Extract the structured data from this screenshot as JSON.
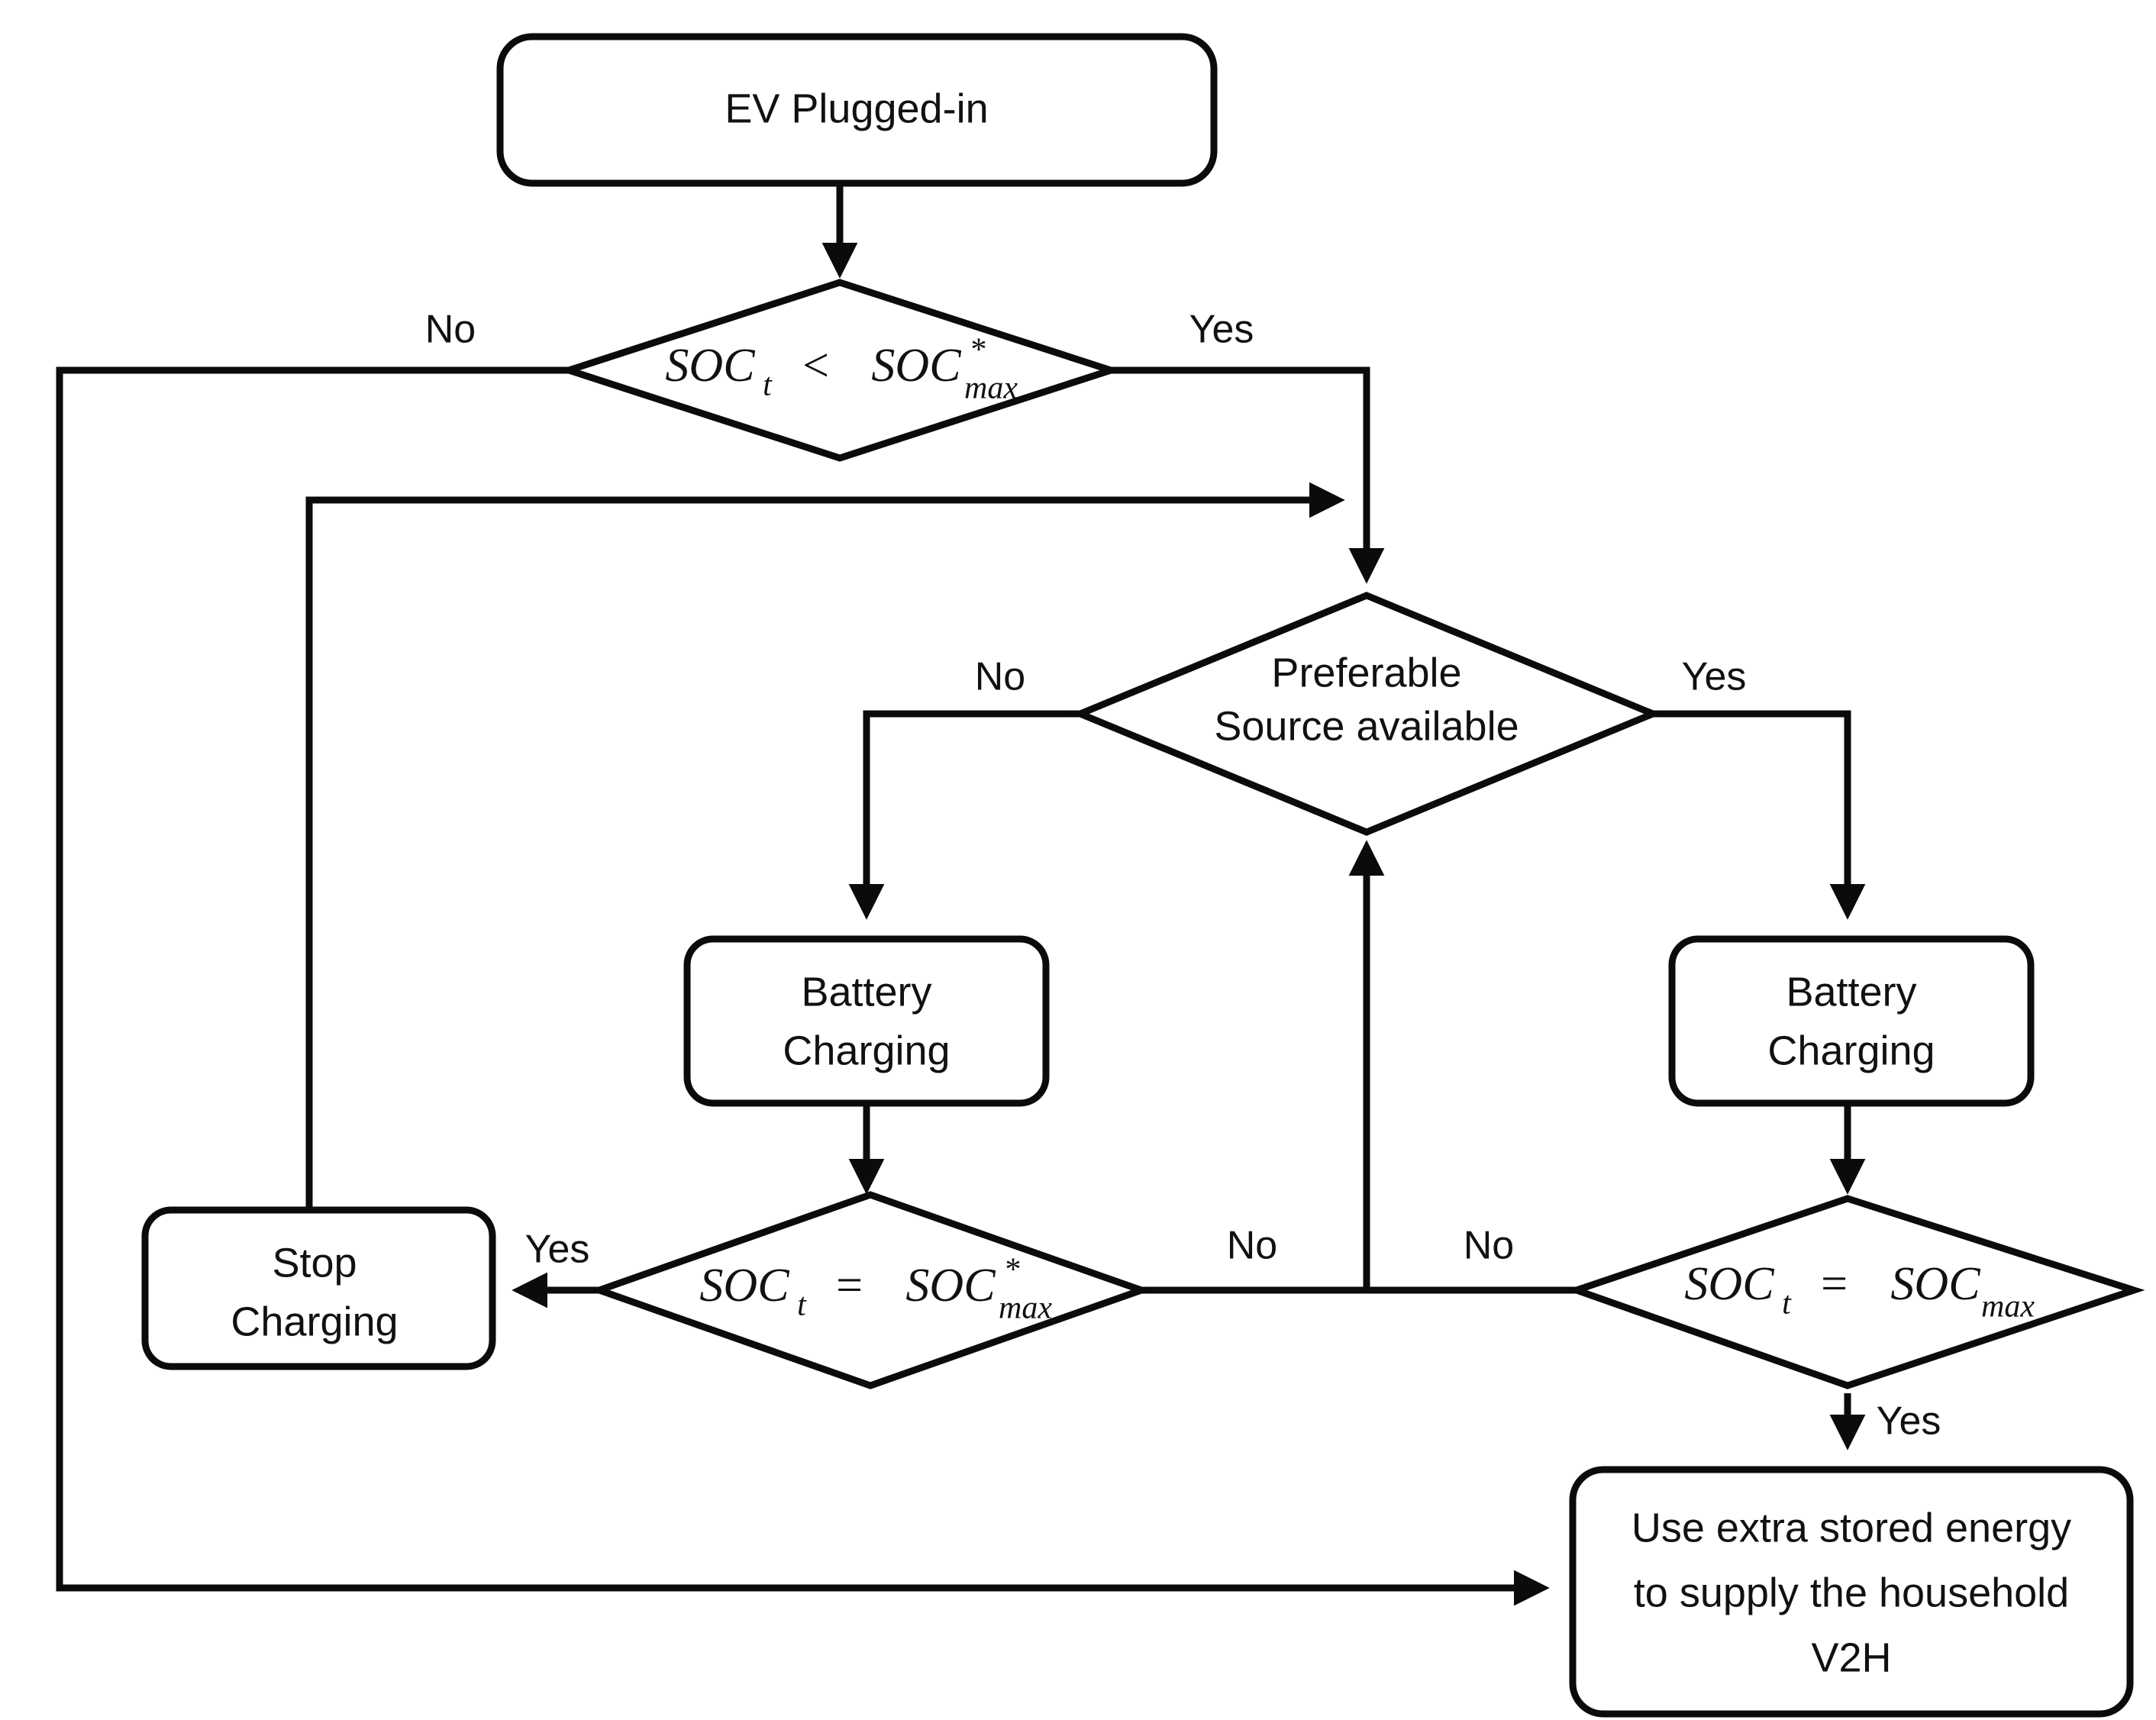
{
  "diagram": {
    "type": "flowchart",
    "title": "EV charging / V2H decision flowchart",
    "background_color": "#ffffff",
    "line_color": "#0b0b0b",
    "text_color": "#111111",
    "nodes": {
      "start": {
        "label": "EV Plugged-in",
        "shape": "rounded-rect"
      },
      "decision_soc_lt": {
        "shape": "diamond",
        "expr_lhs": "SOC",
        "expr_lhs_sub": "t",
        "operator": "<",
        "expr_rhs": "SOC",
        "expr_rhs_sub": "max",
        "expr_rhs_sup": "*",
        "plain": "SOCt < SOC*max"
      },
      "decision_source": {
        "line1": "Preferable",
        "line2": "Source available",
        "shape": "diamond"
      },
      "battery_charging_left": {
        "line1": "Battery",
        "line2": "Charging",
        "shape": "rounded-rect"
      },
      "battery_charging_right": {
        "line1": "Battery",
        "line2": "Charging",
        "shape": "rounded-rect"
      },
      "decision_soc_eq_star": {
        "shape": "diamond",
        "expr_lhs": "SOC",
        "expr_lhs_sub": "t",
        "operator": "=",
        "expr_rhs": "SOC",
        "expr_rhs_sub": "max",
        "expr_rhs_sup": "*",
        "plain": "SOCt = SOC*max"
      },
      "decision_soc_eq": {
        "shape": "diamond",
        "expr_lhs": "SOC",
        "expr_lhs_sub": "t",
        "operator": "=",
        "expr_rhs": "SOC",
        "expr_rhs_sub": "max",
        "expr_rhs_sup": "",
        "plain": "SOCt = SOCmax"
      },
      "stop_charging": {
        "line1": "Stop",
        "line2": "Charging",
        "shape": "rounded-rect"
      },
      "v2h": {
        "line1": "Use extra stored energy",
        "line2": "to supply the household",
        "line3": "V2H",
        "shape": "rounded-rect"
      }
    },
    "edge_labels": {
      "soc_lt_no": "No",
      "soc_lt_yes": "Yes",
      "source_no": "No",
      "source_yes": "Yes",
      "soc_eq_star_yes": "Yes",
      "soc_eq_star_no": "No",
      "soc_eq_no": "No",
      "soc_eq_yes": "Yes"
    }
  }
}
